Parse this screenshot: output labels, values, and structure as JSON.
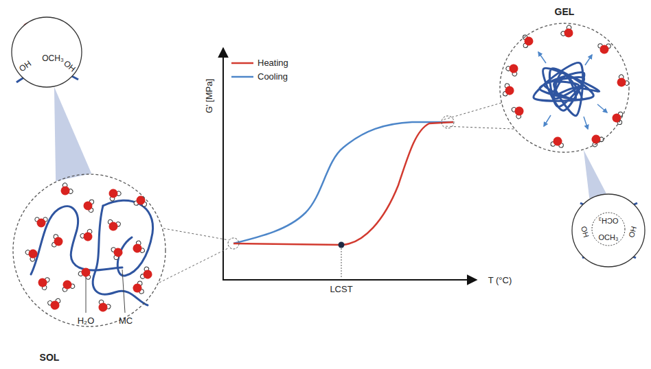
{
  "diagram": {
    "nodes": [
      {
        "text": [
          "OH",
          "OCH₃",
          "OH"
        ]
      },
      {
        "text": [
          "H₂O",
          "MC",
          "SOL"
        ]
      },
      {
        "text": [
          "GEL"
        ]
      },
      {
        "text": [
          "OH",
          "OCH₃",
          "OCH₃",
          "OH"
        ]
      }
    ],
    "edges": [
      {
        "from": 0,
        "to": 1,
        "arrow": "none"
      },
      {
        "from": 2,
        "to": 3,
        "arrow": "none"
      }
    ],
    "labels": [
      "G' [MPa]",
      "LCST",
      "T (°C)"
    ],
    "legend": [
      {
        "text": "Heating",
        "color": "#d23a2f"
      },
      {
        "text": "Cooling",
        "color": "#4d86c9"
      }
    ]
  }
}
